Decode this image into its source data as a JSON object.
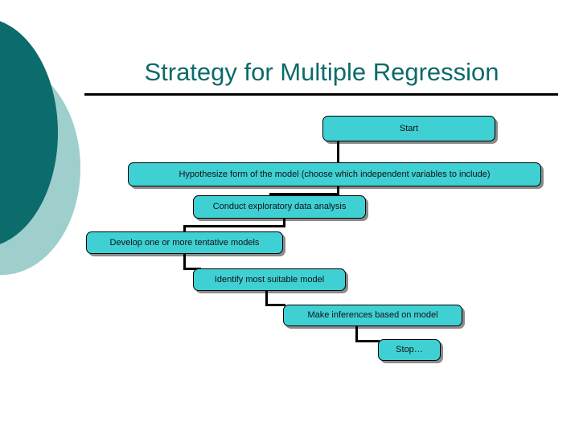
{
  "slide": {
    "title": "Strategy for Multiple Regression",
    "title_color": "#0d6a6a",
    "background_color": "#ffffff",
    "accent_dark": "#0c6b6b",
    "accent_light": "#9ecfcc"
  },
  "flowchart": {
    "type": "flowchart",
    "orientation": "top-to-bottom staircase",
    "node_fill": "#3fd0d4",
    "node_border": "#000000",
    "connector_color": "#000000",
    "nodes": [
      {
        "id": "start",
        "label": "Start"
      },
      {
        "id": "hypothesize",
        "label": "Hypothesize form of the model (choose which independent variables to include)"
      },
      {
        "id": "eda",
        "label": "Conduct exploratory data analysis"
      },
      {
        "id": "develop",
        "label": "Develop one or more tentative models"
      },
      {
        "id": "identify",
        "label": "Identify most suitable model"
      },
      {
        "id": "inferences",
        "label": "Make inferences based on model"
      },
      {
        "id": "stop",
        "label": "Stop…"
      }
    ]
  }
}
